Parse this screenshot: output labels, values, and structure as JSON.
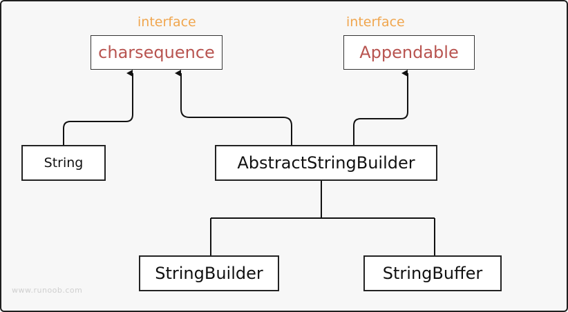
{
  "interfaces": {
    "charsequence": {
      "label": "charsequence",
      "tag": "interface"
    },
    "appendable": {
      "label": "Appendable",
      "tag": "interface"
    }
  },
  "classes": {
    "string": "String",
    "abstract_string_builder": "AbstractStringBuilder",
    "string_builder": "StringBuilder",
    "string_buffer": "StringBuffer"
  },
  "watermark": "www.runoob.com",
  "colors": {
    "interface_text": "#b85450",
    "interface_tag": "#f0a64e",
    "line": "#111111",
    "background": "#f7f7f7"
  },
  "relations": [
    {
      "from": "String",
      "to": "charsequence",
      "type": "implements"
    },
    {
      "from": "AbstractStringBuilder",
      "to": "charsequence",
      "type": "implements"
    },
    {
      "from": "AbstractStringBuilder",
      "to": "Appendable",
      "type": "implements"
    },
    {
      "from": "StringBuilder",
      "to": "AbstractStringBuilder",
      "type": "extends"
    },
    {
      "from": "StringBuffer",
      "to": "AbstractStringBuilder",
      "type": "extends"
    }
  ]
}
